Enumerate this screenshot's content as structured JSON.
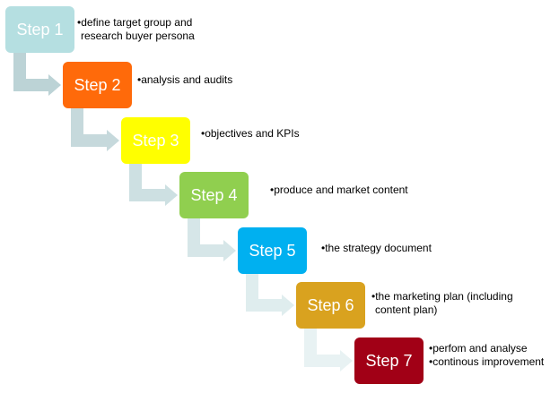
{
  "steps": [
    {
      "label": "Step 1",
      "color": "#b5dfe1",
      "connector_color": "#bcd3d6",
      "description": [
        "•define target group and",
        "research buyer persona"
      ]
    },
    {
      "label": "Step 2",
      "color": "#ff6a0a",
      "connector_color": "#c6d9dc",
      "description": [
        "•analysis and audits"
      ]
    },
    {
      "label": "Step 3",
      "color": "#ffff00",
      "connector_color": "#cde0e2",
      "description": [
        "•objectives and KPIs"
      ]
    },
    {
      "label": "Step 4",
      "color": "#90cf4f",
      "connector_color": "#d6e6e8",
      "description": [
        "•produce and market content"
      ]
    },
    {
      "label": "Step 5",
      "color": "#00b0f0",
      "connector_color": "#dfedee",
      "description": [
        "•the strategy document"
      ]
    },
    {
      "label": "Step 6",
      "color": "#d9a21f",
      "connector_color": "#e8f2f3",
      "description": [
        "•the marketing plan (including",
        "content plan)"
      ]
    },
    {
      "label": "Step 7",
      "color": "#a10016",
      "description": [
        "•perfom and analyse",
        "•continous improvement"
      ]
    }
  ]
}
